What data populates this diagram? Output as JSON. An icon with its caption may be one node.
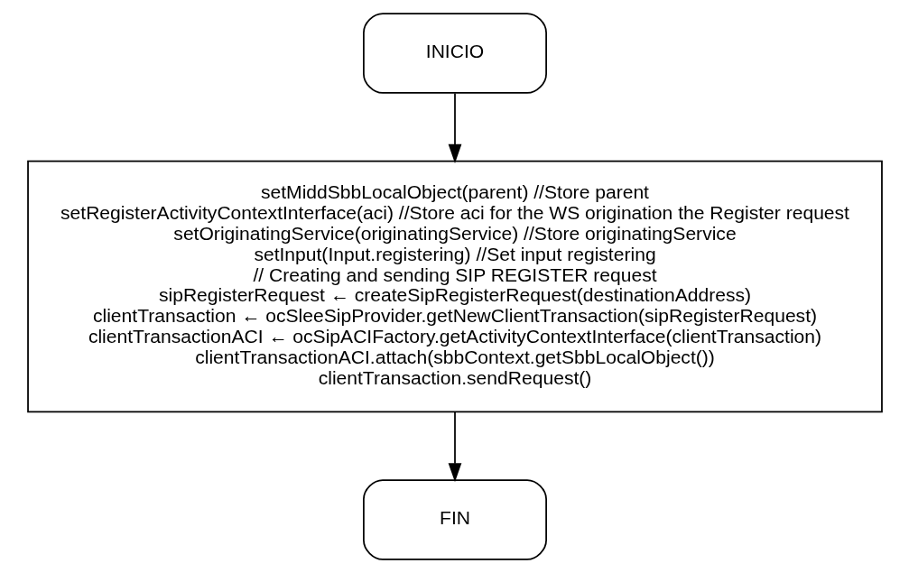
{
  "diagram": {
    "nodes": [
      {
        "text": [
          "INICIO"
        ]
      },
      {
        "text": [
          "setMiddSbbLocalObject(parent) //Store parent",
          "setRegisterActivityContextInterface(aci) //Store aci for the WS origination the Register request",
          "setOriginatingService(originatingService) //Store originatingService",
          "setInput(Input.registering) //Set input registering",
          "// Creating and sending SIP REGISTER request",
          "sipRegisterRequest ← createSipRegisterRequest(destinationAddress)",
          "clientTransaction ← ocSleeSipProvider.getNewClientTransaction(sipRegisterRequest)",
          "clientTransactionACI ← ocSipACIFactory.getActivityContextInterface(clientTransaction)",
          "clientTransactionACI.attach(sbbContext.getSbbLocalObject())",
          "clientTransaction.sendRequest()"
        ]
      },
      {
        "text": [
          "FIN"
        ]
      }
    ],
    "edges": [
      {
        "from": 0,
        "to": 1,
        "arrow": "to"
      },
      {
        "from": 1,
        "to": 2,
        "arrow": "to"
      }
    ]
  }
}
